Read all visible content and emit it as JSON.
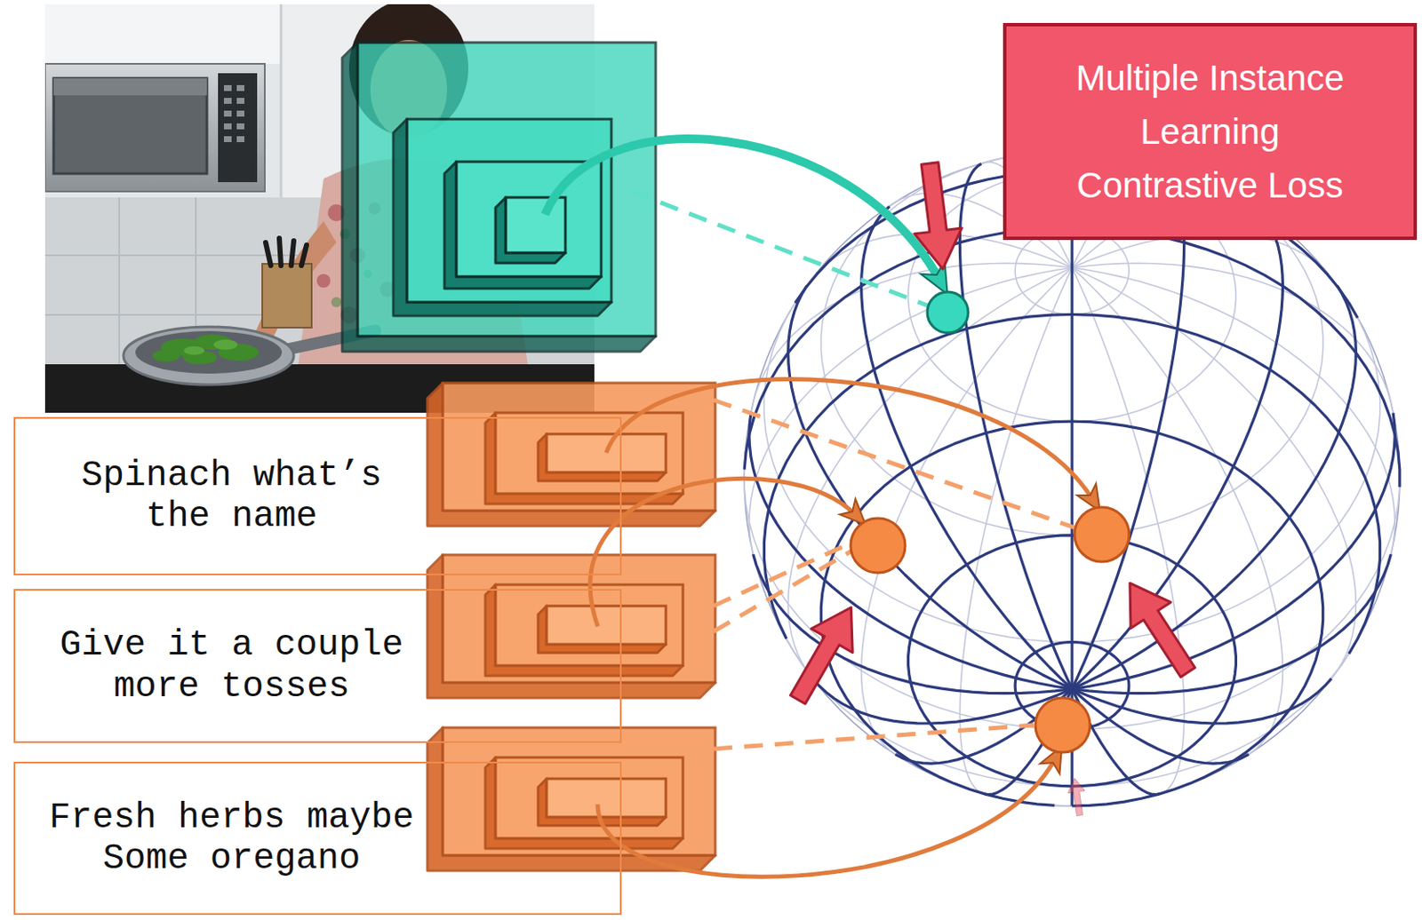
{
  "diagram": {
    "nodes": [
      {
        "text": [
          "Multiple Instance Learning Contrastive Loss"
        ]
      },
      {
        "text": [
          "Spinach what’s the name"
        ]
      },
      {
        "text": [
          "Give it a couple more tosses"
        ]
      },
      {
        "text": [
          "Fresh herbs maybe Some oregano"
        ]
      }
    ]
  }
}
